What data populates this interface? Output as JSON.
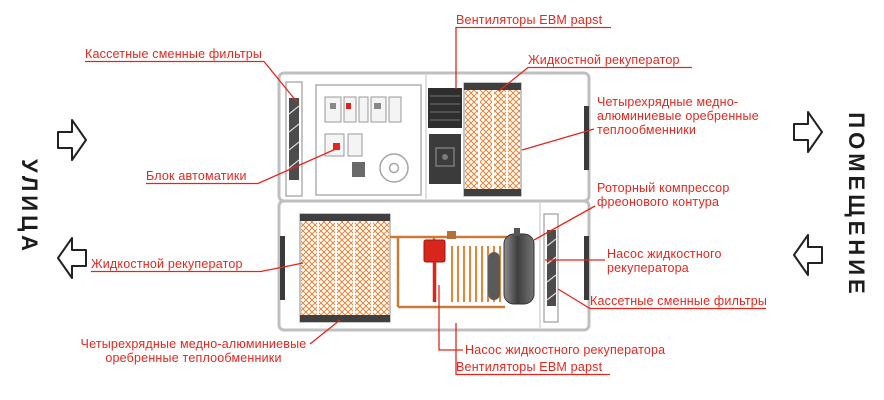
{
  "sides": {
    "left": "УЛИЦА",
    "right": "ПОМЕЩЕНИЕ"
  },
  "labels": {
    "cassette_filters_top": "Кассетные сменные фильтры",
    "fans_top": "Вентиляторы EBM papst",
    "liquid_recuperator_top": "Жидкостной рекуператор",
    "heat_exchangers_right": "Четырехрядные медно-алюминиевые оребренные теплообменники",
    "automation_block": "Блок автоматики",
    "rotary_compressor": "Роторный компрессор фреонового контура",
    "pump_right": "Насос жидкостного рекуператора",
    "cassette_filters_right": "Кассетные сменные фильтры",
    "liquid_recuperator_left": "Жидкостной рекуператор",
    "heat_exchangers_bottom": "Четырехрядные медно-алюминиевые оребренные теплообменники",
    "pump_bottom": "Насос жидкостного рекуператора",
    "fans_bottom": "Вентиляторы EBM papst"
  },
  "colors": {
    "label_red": "#e8251d",
    "coil_orange": "#e98434",
    "pipe_copper": "#c87a36",
    "unit_gray": "#bfbfbf"
  }
}
